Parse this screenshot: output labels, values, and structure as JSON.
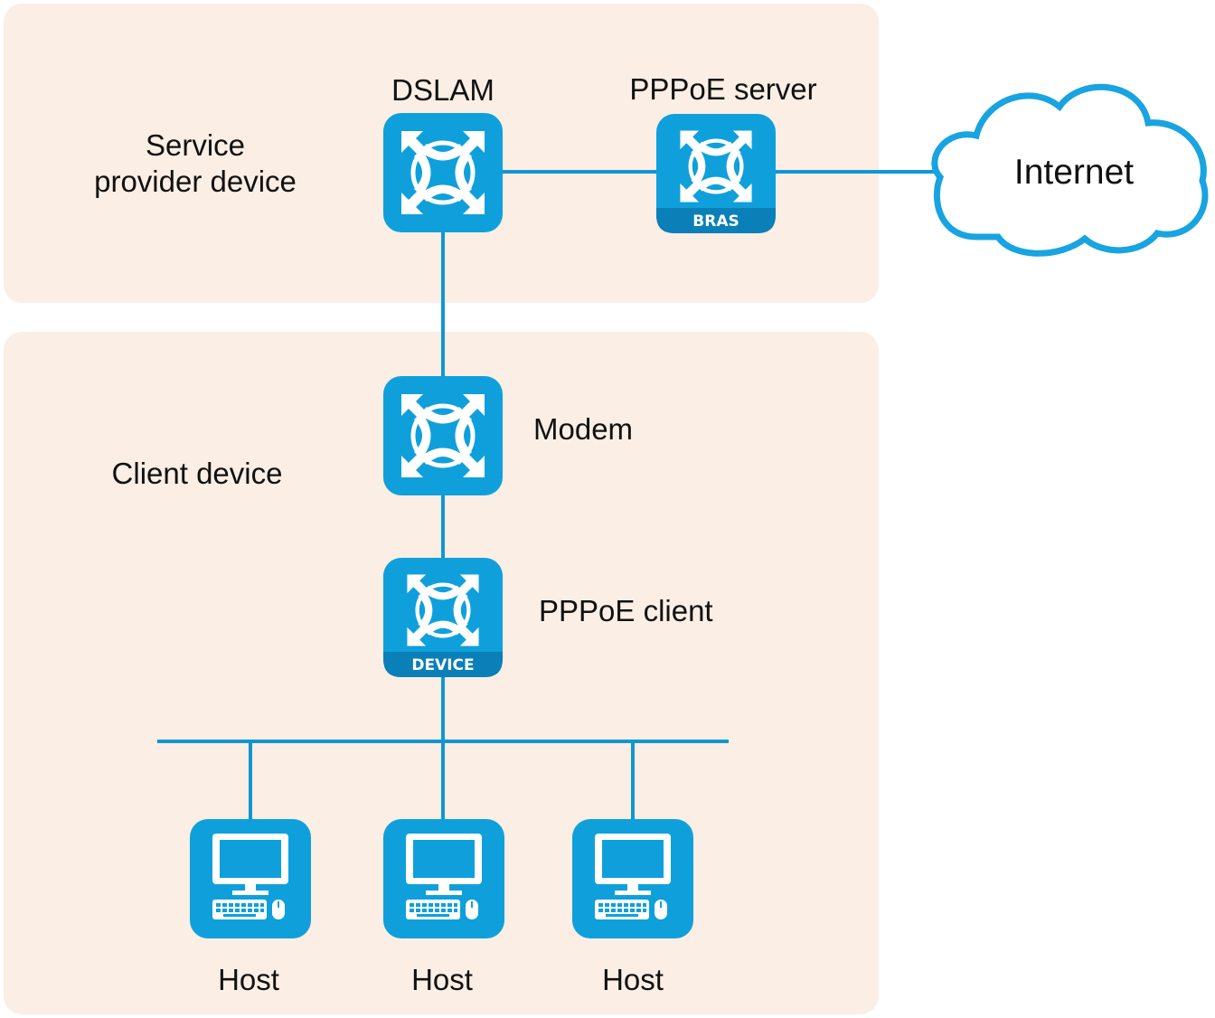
{
  "colors": {
    "region_fill": "#fbeee4",
    "device_blue": "#0fa0dc",
    "device_band": "#0a7fb8",
    "link": "#1296d2",
    "cloud_stroke": "#18a4e0",
    "icon_white": "#ffffff"
  },
  "regions": {
    "provider_label_line1": "Service",
    "provider_label_line2": "provider device",
    "client_label": "Client device"
  },
  "devices": {
    "dslam": {
      "label": "DSLAM",
      "icon": "switch-icon"
    },
    "pppoe_server": {
      "label": "PPPoE server",
      "badge": "BRAS",
      "icon": "switch-icon"
    },
    "modem": {
      "label": "Modem",
      "icon": "switch-icon"
    },
    "pppoe_client": {
      "label": "PPPoE client",
      "badge": "DEVICE",
      "icon": "switch-icon"
    }
  },
  "cloud": {
    "label": "Internet",
    "icon": "cloud-icon"
  },
  "hosts": [
    {
      "label": "Host",
      "icon": "computer-icon"
    },
    {
      "label": "Host",
      "icon": "computer-icon"
    },
    {
      "label": "Host",
      "icon": "computer-icon"
    }
  ]
}
